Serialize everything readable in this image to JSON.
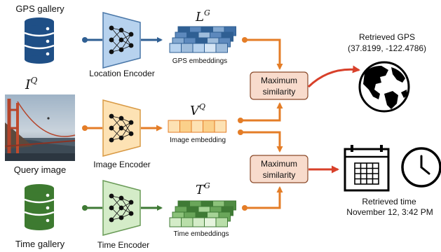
{
  "gallery_gps": {
    "label": "GPS gallery"
  },
  "gallery_time": {
    "label": "Time gallery"
  },
  "query": {
    "symbol": "I",
    "superscript": "Q",
    "label": "Query image"
  },
  "encoders": {
    "location": "Location Encoder",
    "image": "Image Encoder",
    "time": "Time Encoder"
  },
  "embeddings": {
    "gps": {
      "symbol": "L",
      "superscript": "G",
      "label": "GPS embeddings"
    },
    "image": {
      "symbol": "V",
      "superscript": "Q",
      "label": "Image embedding"
    },
    "time": {
      "symbol": "T",
      "superscript": "G",
      "label": "Time embeddings"
    }
  },
  "similarity": {
    "top": {
      "line1": "Maximum",
      "line2": "similarity"
    },
    "bottom": {
      "line1": "Maximum",
      "line2": "similarity"
    }
  },
  "results": {
    "gps_title": "Retrieved GPS",
    "gps_value": "(37.8199, -122.4786)",
    "time_title": "Retrieved time",
    "time_value": "November 12, 3:42 PM"
  },
  "colors": {
    "blue": "#2f5f93",
    "orange": "#e47d27",
    "green": "#3f7a35",
    "red": "#d8402a",
    "box_fill": "#f8dbcc"
  },
  "icons": [
    "database-icon",
    "globe-icon",
    "calendar-icon",
    "clock-icon"
  ]
}
